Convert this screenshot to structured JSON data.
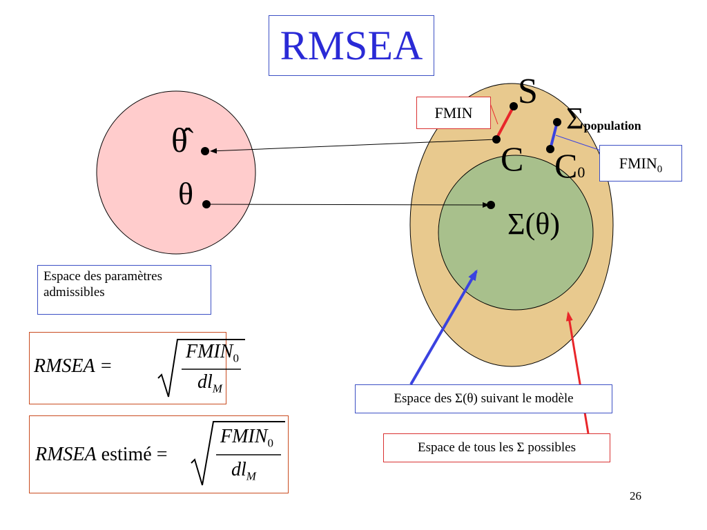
{
  "slide": {
    "title": "RMSEA",
    "page_number": "26"
  },
  "left_space": {
    "theta_hat": "θ̂",
    "theta": "θ",
    "caption": [
      "Espace des paramètres",
      "admissibles"
    ]
  },
  "right_space": {
    "S": "S",
    "sigma": "Σ",
    "population_sub": "population",
    "C": "C",
    "C0_main": "C",
    "C0_sub": "0",
    "sigma_theta": "Σ(θ)",
    "fmin_label": "FMIN",
    "fmin0_main": "FMIN",
    "fmin0_sub": "0",
    "model_space_caption": "Espace des Σ(θ) suivant le modèle",
    "all_space_caption": "Espace de tous les Σ possibles"
  },
  "formulas": {
    "f1_lhs": "RMSEA =",
    "f1_num": "FMIN",
    "f1_num_sub": "0",
    "f1_den": "dl",
    "f1_den_sub": "M",
    "f2_lhs_italic": "RMSEA",
    "f2_lhs_rest": " estimé =",
    "f2_num": "FMIN",
    "f2_num_sub": "0",
    "f2_den": "dl",
    "f2_den_sub": "M"
  },
  "colors": {
    "title": "#2a2ad6",
    "left_circle_fill": "#ffcccc",
    "outer_ellipse_fill": "#e8c98e",
    "inner_ellipse_fill": "#a8c08c",
    "red_line": "#e8262a",
    "blue_line": "#3a42e0"
  }
}
